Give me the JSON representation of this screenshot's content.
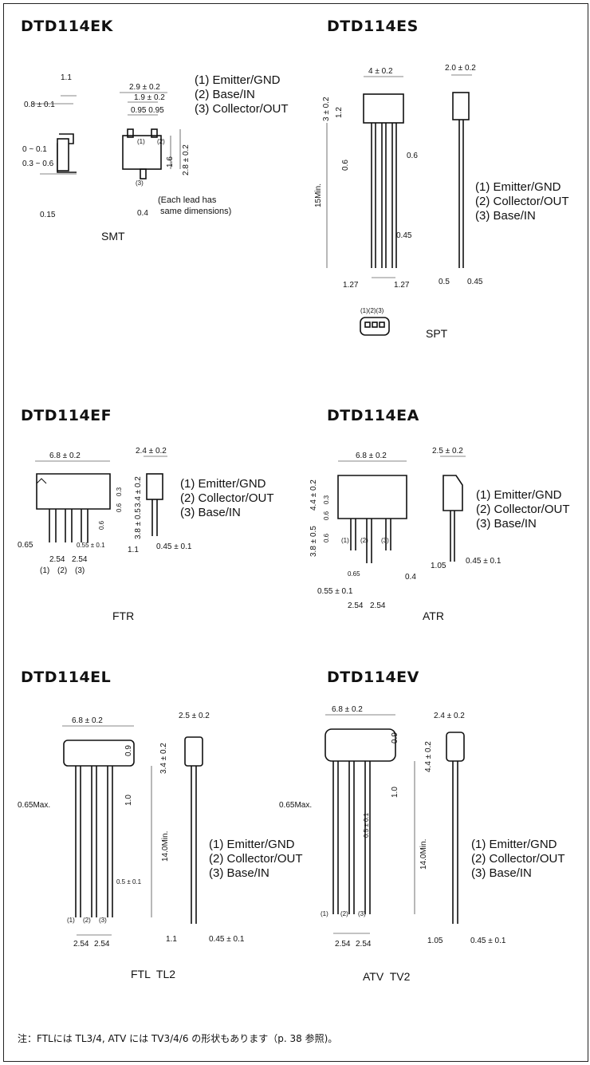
{
  "packages": [
    {
      "id": "smt",
      "title": "DTD114EK",
      "pkg_label": "SMT",
      "pins": [
        "(1) Emitter/GND",
        "(2) Base/IN",
        "(3) Collector/OUT"
      ],
      "note": "(Each lead has\n same dimensions)"
    },
    {
      "id": "spt",
      "title": "DTD114ES",
      "pkg_label": "SPT",
      "pins": [
        "(1) Emitter/GND",
        "(2) Collector/OUT",
        "(3) Base/IN"
      ]
    },
    {
      "id": "ftr",
      "title": "DTD114EF",
      "pkg_label": "FTR",
      "pins": [
        "(1) Emitter/GND",
        "(2) Collector/OUT",
        "(3) Base/IN"
      ]
    },
    {
      "id": "atr",
      "title": "DTD114EA",
      "pkg_label": "ATR",
      "pins": [
        "(1) Emitter/GND",
        "(2) Collector/OUT",
        "(3) Base/IN"
      ]
    },
    {
      "id": "ftl",
      "title": "DTD114EL",
      "pkg_label": "FTL  TL2",
      "pins": [
        "(1) Emitter/GND",
        "(2) Collector/OUT",
        "(3) Base/IN"
      ]
    },
    {
      "id": "atv",
      "title": "DTD114EV",
      "pkg_label": "ATV  TV2",
      "pins": [
        "(1) Emitter/GND",
        "(2) Collector/OUT",
        "(3) Base/IN"
      ]
    }
  ],
  "dims": {
    "smt": [
      "1.1",
      "0.8 ± 0.1",
      "2.9 ± 0.2",
      "1.9 ± 0.2",
      "0.95 0.95",
      "0 ~ 0.1",
      "0.3 ~ 0.6",
      "1.6",
      "2.8 ± 0.2",
      "0.15",
      "0.4",
      "(1)",
      "(2)",
      "(3)"
    ],
    "spt": [
      "4 ± 0.2",
      "2.0 ± 0.2",
      "3 ± 0.2",
      "1.2",
      "0.6",
      "0.6",
      "15Min.",
      "0.45",
      "1.27",
      "1.27",
      "0.5",
      "0.45",
      "(1)(2)(3)"
    ],
    "ftr": [
      "6.8 ± 0.2",
      "2.4 ± 0.2",
      "0.3",
      "3.4 ± 0.2",
      "0.6",
      "3.8 ± 0.5",
      "0.6",
      "0.65",
      "2.54",
      "2.54",
      "0.55 ± 0.1",
      "1.1",
      "0.45 ± 0.1",
      "(1)",
      "(2)",
      "(3)"
    ],
    "atr": [
      "6.8 ± 0.2",
      "2.5 ± 0.2",
      "4.4 ± 0.2",
      "0.3",
      "0.6",
      "3.8 ± 0.5",
      "0.6",
      "0.65",
      "0.4",
      "0.55 ± 0.1",
      "2.54",
      "2.54",
      "1.05",
      "0.45 ± 0.1",
      "(1)",
      "(2)",
      "(3)"
    ],
    "ftl": [
      "6.8 ± 0.2",
      "2.5 ± 0.2",
      "0.9",
      "3.4 ± 0.2",
      "1.0",
      "0.65Max.",
      "0.5 ± 0.1",
      "14.0Min.",
      "1.1",
      "0.45 ± 0.1",
      "2.54",
      "2.54",
      "(1)",
      "(2)",
      "(3)"
    ],
    "atv": [
      "6.8 ± 0.2",
      "2.4 ± 0.2",
      "0.9",
      "4.4 ± 0.2",
      "1.0",
      "0.65Max.",
      "0.5 ± 0.1",
      "14.0Min.",
      "1.05",
      "0.45 ± 0.1",
      "2.54",
      "2.54",
      "(1)",
      "(2)",
      "(3)"
    ]
  },
  "footnote": "注：FTLには TL3/4, ATV には TV3/4/6 の形状もあります（p. 38 参照)。"
}
